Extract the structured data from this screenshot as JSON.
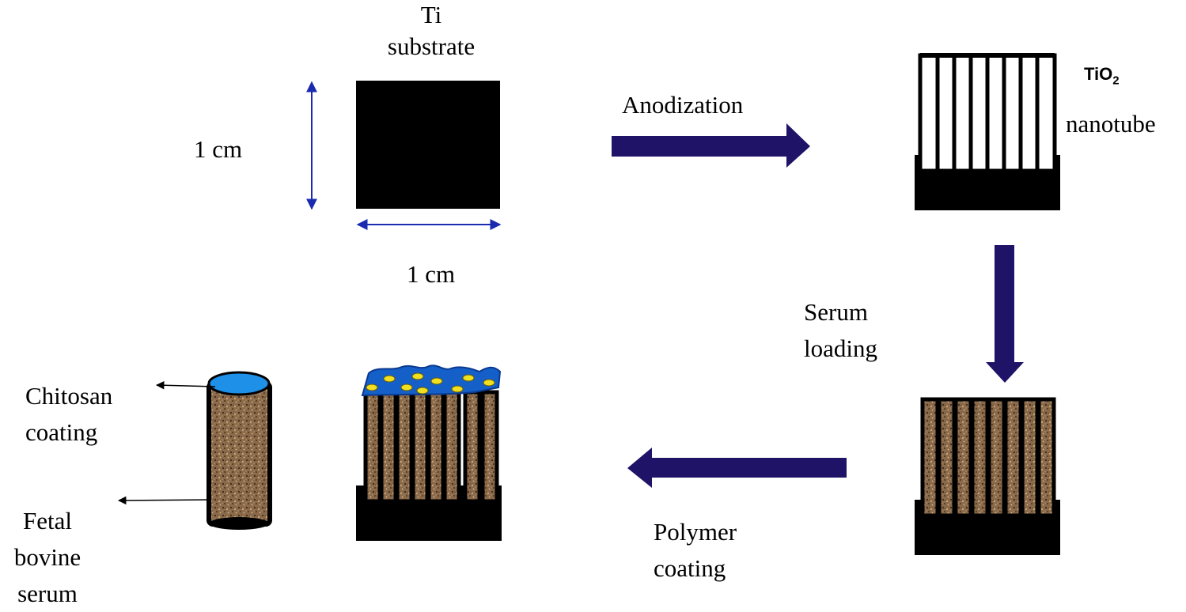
{
  "labels": {
    "ti_substrate": [
      "Ti",
      "substrate"
    ],
    "dim_vertical": "1 cm",
    "dim_horizontal": "1 cm",
    "step_anodization": "Anodization",
    "tio2_formula_main": "TiO",
    "tio2_formula_sub": "2",
    "tio2_name": "nanotube",
    "step_serum_loading": [
      "Serum",
      "loading"
    ],
    "step_polymer_coating": [
      "Polymer",
      "coating"
    ],
    "callout_chitosan": [
      "Chitosan",
      "coating"
    ],
    "callout_serum": [
      "Fetal",
      "bovine",
      "serum"
    ]
  },
  "colors": {
    "arrow_fill": "#1f1368",
    "dimension_line": "#1a2bb0",
    "substrate": "#000000",
    "serum_fill": "#8a6a4a",
    "chitosan_cap": "#1e90e8",
    "polymer_layer": "#1460c8",
    "serum_particles": "#f0e020"
  }
}
